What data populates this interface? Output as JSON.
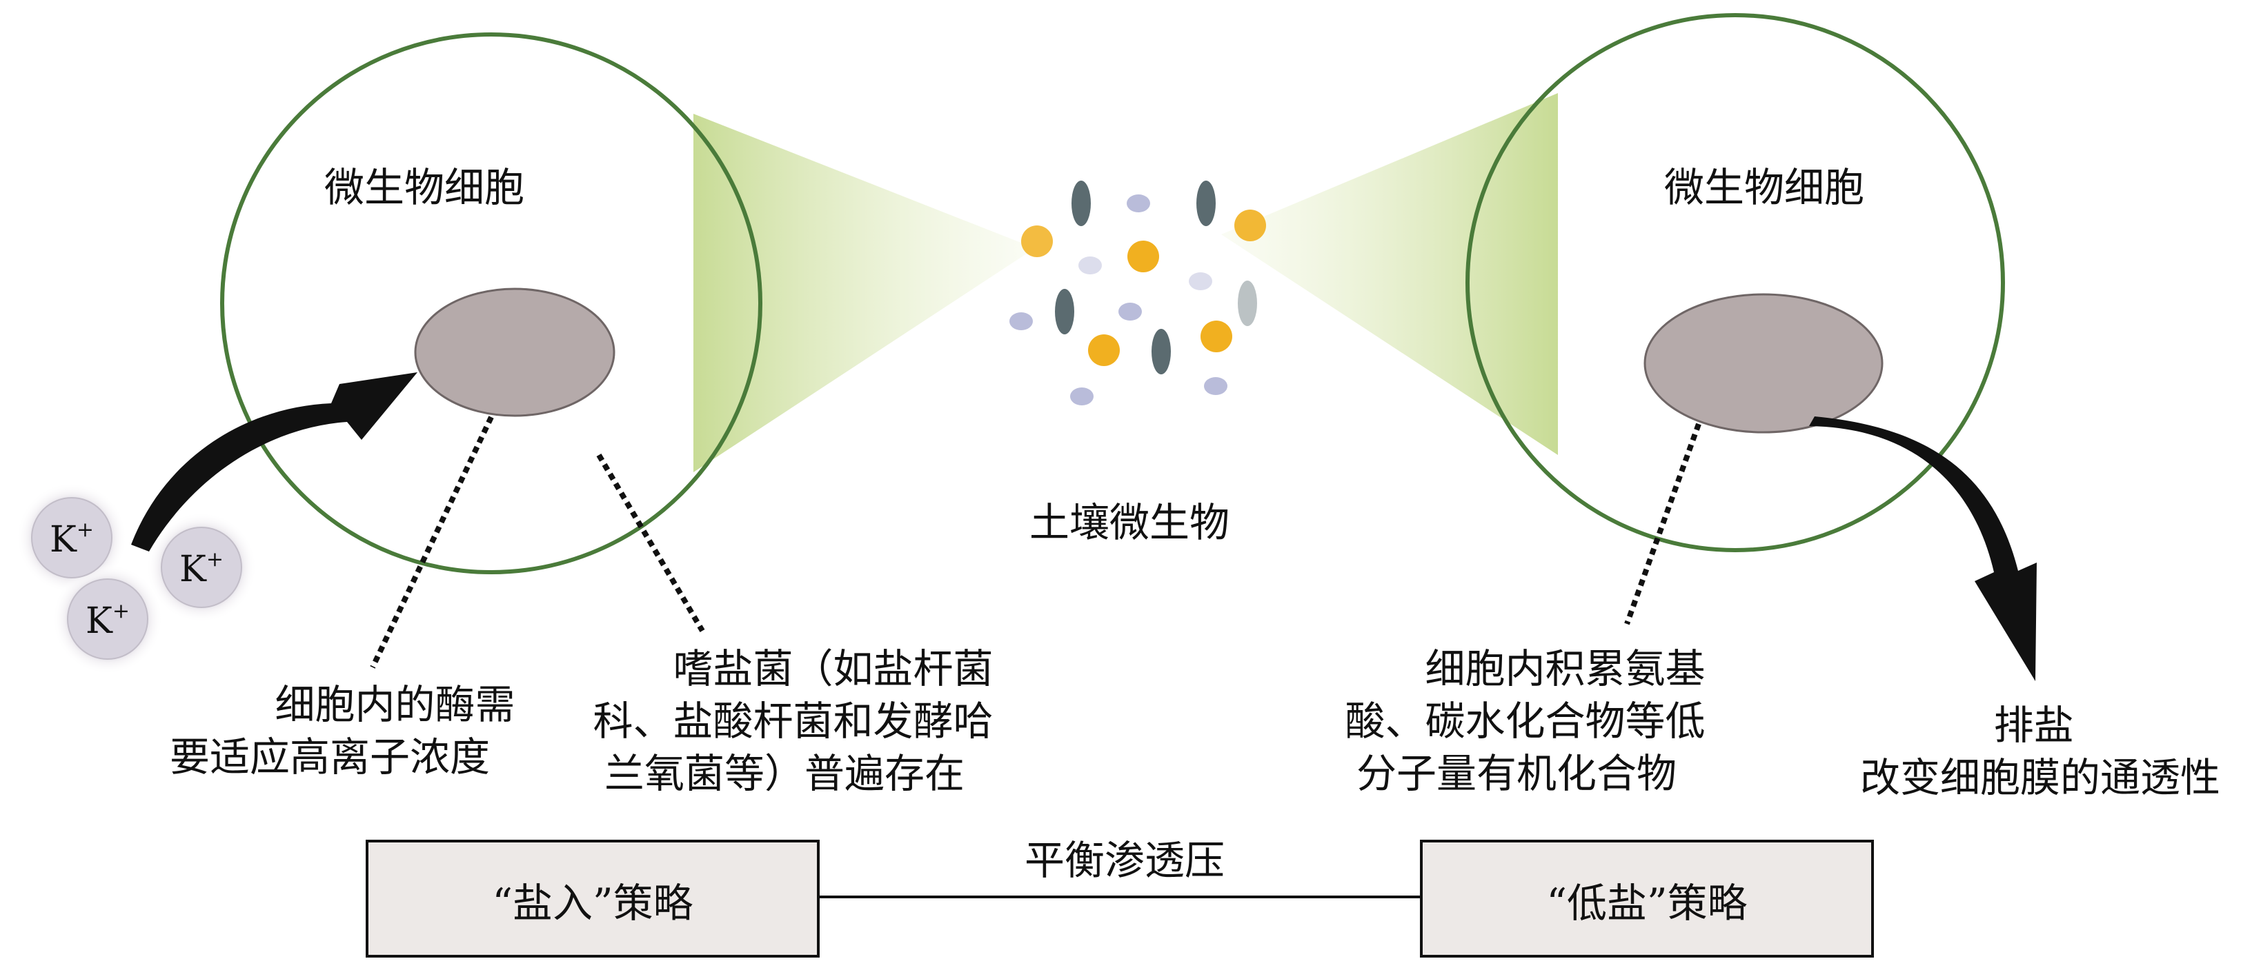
{
  "left_cell": {
    "title": "微生物细胞",
    "annotation_enzyme": [
      "细胞内的酶需",
      "要适应高离子浓度"
    ],
    "annotation_halophiles": [
      "嗜盐菌（如盐杆菌",
      "科、盐酸杆菌和发酵哈",
      "兰氧菌等）普遍存在"
    ]
  },
  "right_cell": {
    "title": "微生物细胞",
    "annotation_solutes": [
      "细胞内积累氨基",
      "酸、碳水化合物等低",
      "分子量有机化合物"
    ],
    "annotation_salt_out": [
      "排盐",
      "改变细胞膜的通透性"
    ]
  },
  "center": {
    "label": "土壤微生物"
  },
  "ions": {
    "base": "K",
    "charge": "+"
  },
  "strategies": {
    "left_box": "“盐入”策略",
    "connector_label": "平衡渗透压",
    "right_box": "“低盐”策略"
  },
  "colors": {
    "cell_outline": "#4a7b3a",
    "nucleus_fill": "#b5aaaa",
    "nucleus_stroke": "#6f6666",
    "cone_fill": "#cfe0a0",
    "particle_orange": "#f1b020",
    "particle_lavender": "#b9bcda",
    "particle_slate": "#5b6b70",
    "box_fill": "#ede9e7",
    "arrow": "#111111"
  }
}
